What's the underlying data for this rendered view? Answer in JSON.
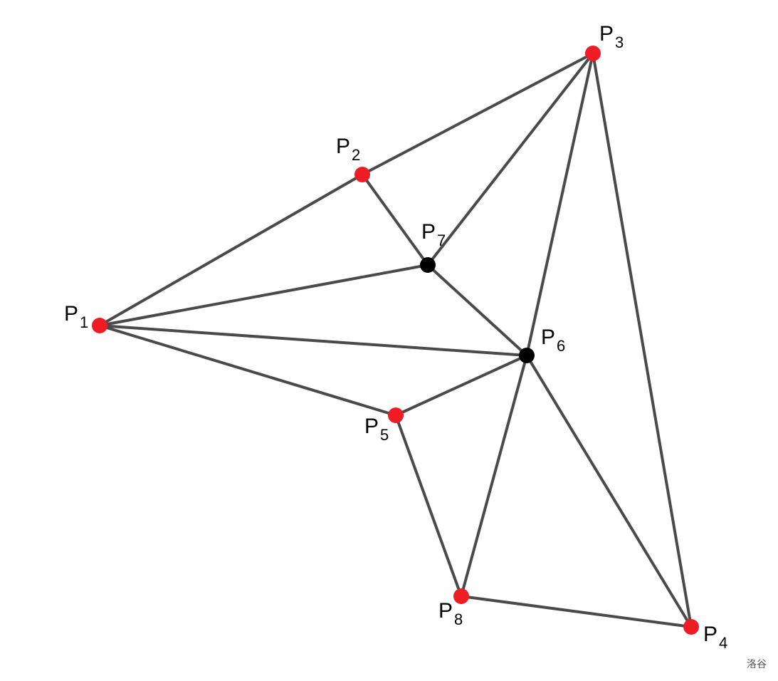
{
  "nodes": [
    {
      "id": "P1",
      "label": "P",
      "index": "1",
      "color": "#ee1c25"
    },
    {
      "id": "P2",
      "label": "P",
      "index": "2",
      "color": "#ee1c25"
    },
    {
      "id": "P3",
      "label": "P",
      "index": "3",
      "color": "#ee1c25"
    },
    {
      "id": "P4",
      "label": "P",
      "index": "4",
      "color": "#ee1c25"
    },
    {
      "id": "P5",
      "label": "P",
      "index": "5",
      "color": "#ee1c25"
    },
    {
      "id": "P6",
      "label": "P",
      "index": "6",
      "color": "#000000"
    },
    {
      "id": "P7",
      "label": "P",
      "index": "7",
      "color": "#000000"
    },
    {
      "id": "P8",
      "label": "P",
      "index": "8",
      "color": "#ee1c25"
    }
  ],
  "edges": [
    [
      "P1",
      "P2"
    ],
    [
      "P2",
      "P3"
    ],
    [
      "P2",
      "P7"
    ],
    [
      "P3",
      "P7"
    ],
    [
      "P1",
      "P7"
    ],
    [
      "P7",
      "P6"
    ],
    [
      "P3",
      "P6"
    ],
    [
      "P3",
      "P4"
    ],
    [
      "P1",
      "P6"
    ],
    [
      "P1",
      "P5"
    ],
    [
      "P5",
      "P6"
    ],
    [
      "P6",
      "P8"
    ],
    [
      "P6",
      "P4"
    ],
    [
      "P5",
      "P8"
    ],
    [
      "P8",
      "P4"
    ]
  ],
  "edge_color": "#4a4a4a",
  "watermark": "洛谷"
}
